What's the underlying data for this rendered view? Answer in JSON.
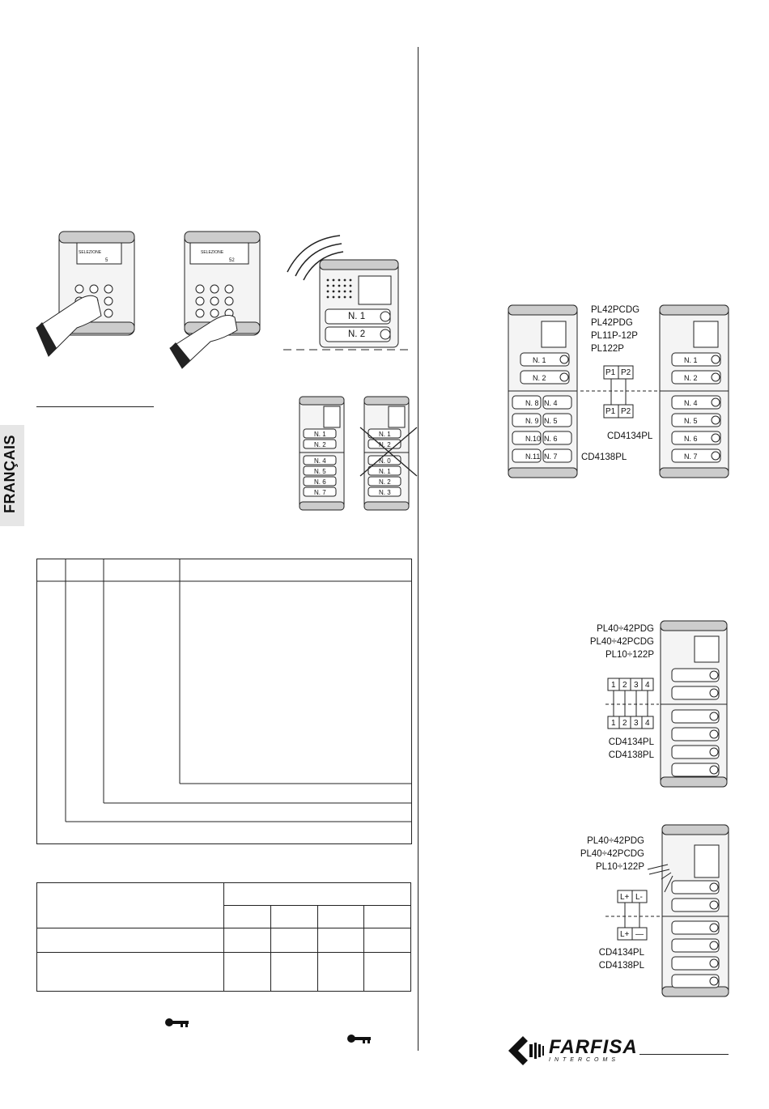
{
  "side_tab": {
    "label": "FRANÇAIS"
  },
  "keypad_a": {
    "display_title": "SELEZIONE",
    "display_value": "5"
  },
  "keypad_b": {
    "display_title": "SELEZIONE",
    "display_value": "52"
  },
  "speaker_panel": {
    "buttons": [
      "N. 1",
      "N. 2"
    ]
  },
  "small_panels": {
    "left": {
      "top": [
        "N. 1",
        "N. 2"
      ],
      "bottom": [
        "N. 4",
        "N. 5",
        "N. 6",
        "N. 7"
      ]
    },
    "right": {
      "top": [
        "N. 1",
        "N. 2"
      ],
      "bottom": [
        "N. 0",
        "N. 1",
        "N. 2",
        "N. 3"
      ]
    }
  },
  "diagram1": {
    "models": [
      "PL42PCDG",
      "PL42PDG",
      "PL11P-12P",
      "PL122P"
    ],
    "conn_top": [
      "P1",
      "P2"
    ],
    "conn_bottom": [
      "P1",
      "P2"
    ],
    "cd1": "CD4134PL",
    "cd2": "CD4138PL",
    "left_top": [
      "N. 1",
      "N. 2"
    ],
    "left_grid": [
      [
        "N. 8",
        "N. 4"
      ],
      [
        "N. 9",
        "N. 5"
      ],
      [
        "N.10",
        "N. 6"
      ],
      [
        "N.11",
        "N. 7"
      ]
    ],
    "right_top": [
      "N. 1",
      "N. 2"
    ],
    "right_bottom": [
      "N. 4",
      "N. 5",
      "N. 6",
      "N. 7"
    ]
  },
  "diagram2": {
    "models": [
      "PL40÷42PDG",
      "PL40÷42PCDG",
      "PL10÷122P"
    ],
    "conn_top": [
      "1",
      "2",
      "3",
      "4"
    ],
    "conn_bottom": [
      "1",
      "2",
      "3",
      "4"
    ],
    "cd": [
      "CD4134PL",
      "CD4138PL"
    ]
  },
  "diagram3": {
    "models": [
      "PL40÷42PDG",
      "PL40÷42PCDG",
      "PL10÷122P"
    ],
    "conn_top": [
      "L+",
      "L-"
    ],
    "conn_bottom": [
      "L+",
      "—"
    ],
    "cd": [
      "CD4134PL",
      "CD4138PL"
    ]
  },
  "brand": {
    "name": "FARFISA",
    "sub": "INTERCOMS"
  },
  "colors": {
    "line": "#222222",
    "panel": "#f2f2f2",
    "tab": "#e6e6e6"
  }
}
